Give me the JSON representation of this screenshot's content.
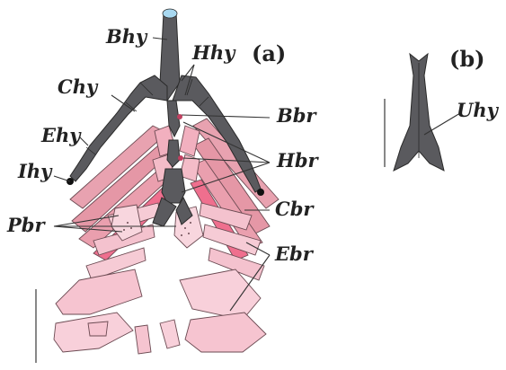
{
  "panels": {
    "a": "(a)",
    "b": "(b)"
  },
  "labels": {
    "bhy": "Bhy",
    "hhy": "Hhy",
    "chy": "Chy",
    "ehy": "Ehy",
    "ihy": "Ihy",
    "bbr": "Bbr",
    "hbr": "Hbr",
    "cbr": "Cbr",
    "pbr": "Pbr",
    "ebr": "Ebr",
    "uhy": "Uhy"
  },
  "colors": {
    "dark_bone": "#5a5a5e",
    "pink_dark": "#e5909f",
    "pink_mid": "#f0b3c0",
    "pink_light": "#f8d8e0",
    "cartilage_tip": "#a8d8f0"
  }
}
